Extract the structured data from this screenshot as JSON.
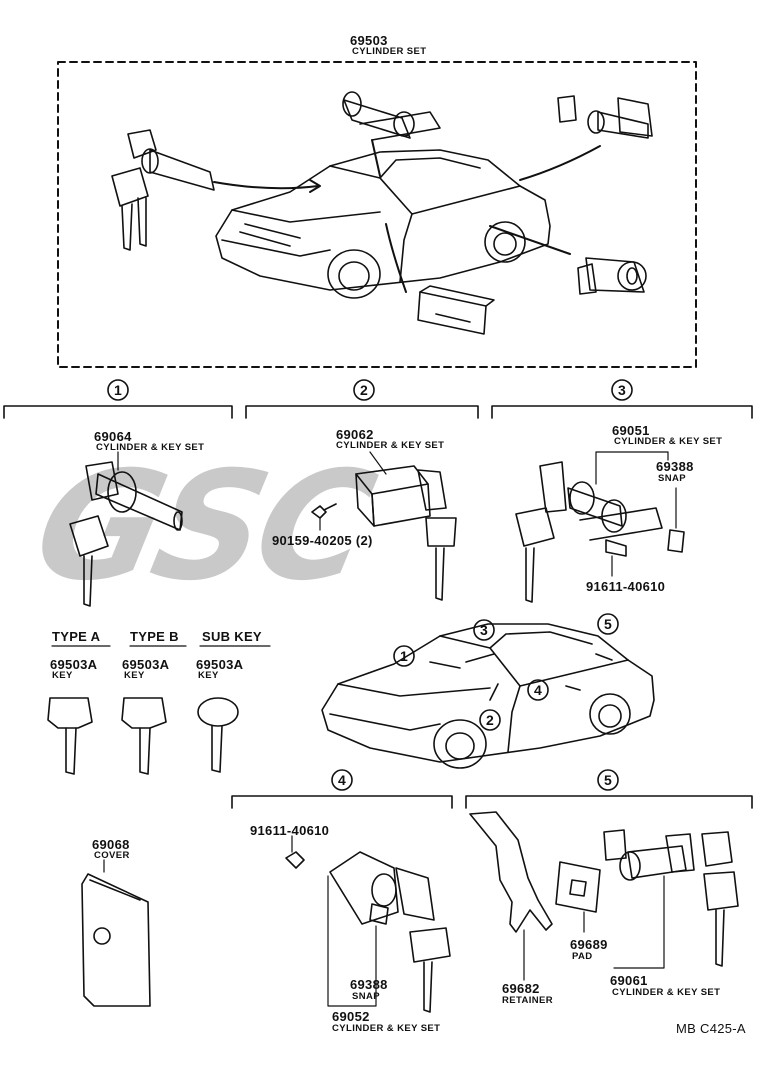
{
  "top": {
    "part": "69503",
    "desc": "CYLINDER SET"
  },
  "sections": [
    {
      "no": "1"
    },
    {
      "no": "2"
    },
    {
      "no": "3"
    },
    {
      "no": "4"
    },
    {
      "no": "5"
    }
  ],
  "s1": {
    "part": "69064",
    "desc": "CYLINDER & KEY SET"
  },
  "s2": {
    "part": "69062",
    "desc": "CYLINDER & KEY SET",
    "screw": "90159-40205 (2)"
  },
  "s3": {
    "part": "69051",
    "desc": "CYLINDER & KEY SET",
    "snap_part": "69388",
    "snap_desc": "SNAP",
    "bolt": "91611-40610"
  },
  "keys": {
    "a": {
      "type": "TYPE A",
      "part": "69503A",
      "desc": "KEY"
    },
    "b": {
      "type": "TYPE B",
      "part": "69503A",
      "desc": "KEY"
    },
    "c": {
      "type": "SUB KEY",
      "part": "69503A",
      "desc": "KEY"
    }
  },
  "cover": {
    "part": "69068",
    "desc": "COVER"
  },
  "s4": {
    "bolt": "91611-40610",
    "snap_part": "69388",
    "snap_desc": "SNAP",
    "part": "69052",
    "desc": "CYLINDER & KEY SET"
  },
  "s5": {
    "ret_part": "69682",
    "ret_desc": "RETAINER",
    "pad_part": "69689",
    "pad_desc": "PAD",
    "part": "69061",
    "desc": "CYLINDER & KEY SET"
  },
  "ref": "MB C425-A",
  "watermark": "GSC"
}
